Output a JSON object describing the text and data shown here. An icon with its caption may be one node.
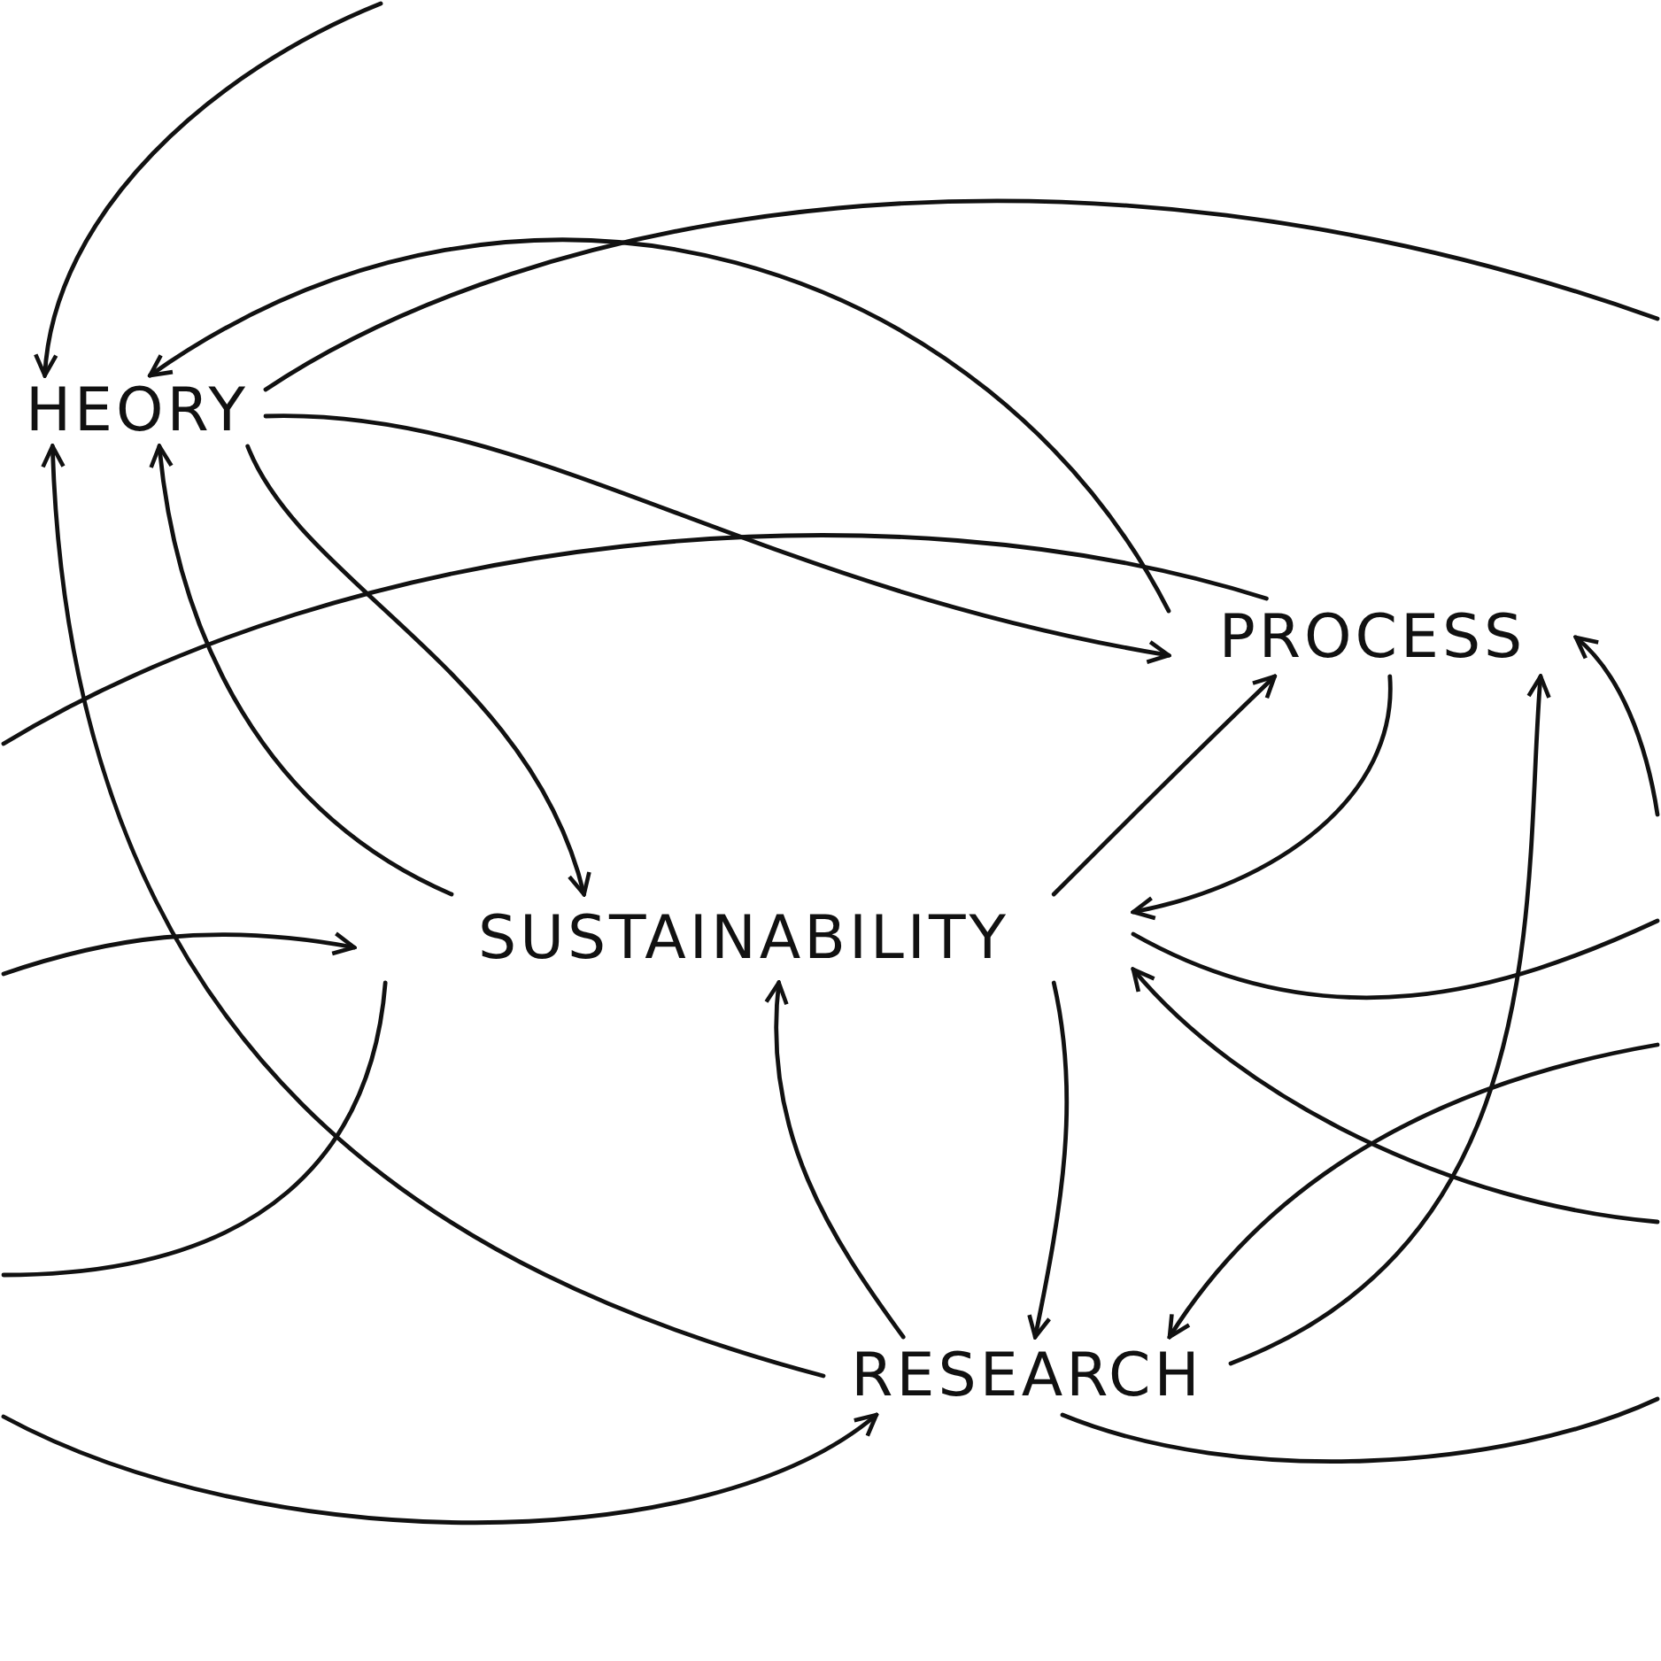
{
  "diagram": {
    "nodes": [
      {
        "text": [
          "HEORY"
        ]
      },
      {
        "text": [
          "PROCESS"
        ]
      },
      {
        "text": [
          "SUSTAINABILITY"
        ]
      },
      {
        "text": [
          "RESEARCH"
        ]
      }
    ],
    "edges": [
      {
        "from": 0,
        "to": 1,
        "arrow": "to"
      },
      {
        "from": 0,
        "to": 2,
        "arrow": "to"
      },
      {
        "from": 2,
        "to": 0,
        "arrow": "to"
      },
      {
        "from": 2,
        "to": 1,
        "arrow": "to"
      },
      {
        "from": 1,
        "to": 2,
        "arrow": "to"
      },
      {
        "from": 2,
        "to": 3,
        "arrow": "to"
      },
      {
        "from": 3,
        "to": 2,
        "arrow": "to"
      },
      {
        "from": 3,
        "to": 0,
        "arrow": "to"
      },
      {
        "from": 3,
        "to": 1,
        "arrow": "to"
      },
      {
        "from": 1,
        "to": 0,
        "arrow": "to"
      },
      {
        "from": null,
        "to": 0,
        "arrow": "to"
      },
      {
        "from": 0,
        "to": null,
        "arrow": "none"
      },
      {
        "from": null,
        "to": 1,
        "arrow": "none"
      },
      {
        "from": null,
        "to": 2,
        "arrow": "to"
      },
      {
        "from": 2,
        "to": null,
        "arrow": "none"
      },
      {
        "from": null,
        "to": 2,
        "arrow": "to"
      },
      {
        "from": 2,
        "to": null,
        "arrow": "none"
      },
      {
        "from": null,
        "to": 3,
        "arrow": "to"
      },
      {
        "from": null,
        "to": 3,
        "arrow": "to"
      },
      {
        "from": 3,
        "to": null,
        "arrow": "none"
      },
      {
        "from": null,
        "to": 1,
        "arrow": "to"
      }
    ]
  }
}
